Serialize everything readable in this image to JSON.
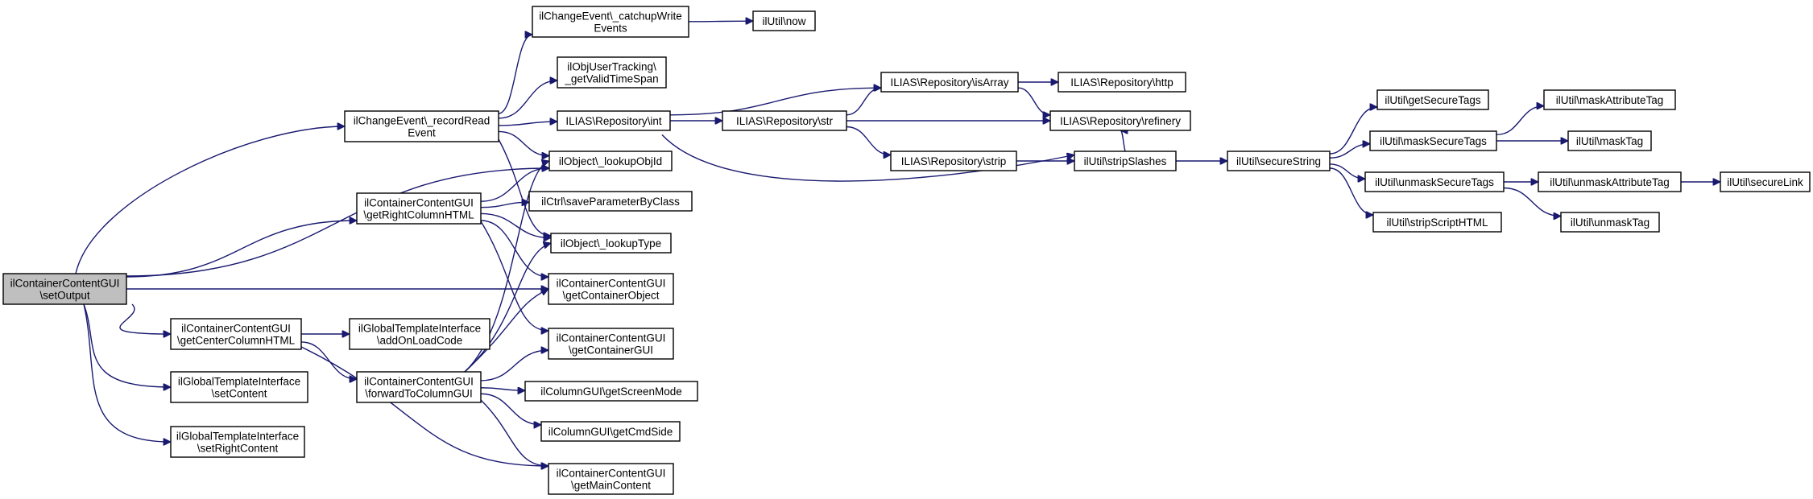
{
  "diagram": {
    "type": "call-graph",
    "colors": {
      "edge": "#191970",
      "node_border": "#000000",
      "root_fill": "#bfbfbf",
      "node_fill": "#ffffff"
    },
    "nodes": [
      {
        "id": "root",
        "lines": [
          "ilContainerContentGUI",
          "\\setOutput"
        ]
      },
      {
        "id": "recordRead",
        "lines": [
          "ilChangeEvent\\_recordRead",
          "Event"
        ]
      },
      {
        "id": "catchup",
        "lines": [
          "ilChangeEvent\\_catchupWrite",
          "Events"
        ]
      },
      {
        "id": "now",
        "lines": [
          "ilUtil\\now"
        ]
      },
      {
        "id": "validTime",
        "lines": [
          "ilObjUserTracking\\",
          "_getValidTimeSpan"
        ]
      },
      {
        "id": "int",
        "lines": [
          "ILIAS\\Repository\\int"
        ]
      },
      {
        "id": "isArray",
        "lines": [
          "ILIAS\\Repository\\isArray"
        ]
      },
      {
        "id": "http",
        "lines": [
          "ILIAS\\Repository\\http"
        ]
      },
      {
        "id": "str",
        "lines": [
          "ILIAS\\Repository\\str"
        ]
      },
      {
        "id": "refinery",
        "lines": [
          "ILIAS\\Repository\\refinery"
        ]
      },
      {
        "id": "strip",
        "lines": [
          "ILIAS\\Repository\\strip"
        ]
      },
      {
        "id": "stripSlashes",
        "lines": [
          "ilUtil\\stripSlashes"
        ]
      },
      {
        "id": "secureString",
        "lines": [
          "ilUtil\\secureString"
        ]
      },
      {
        "id": "getSecureTags",
        "lines": [
          "ilUtil\\getSecureTags"
        ]
      },
      {
        "id": "maskSecureTags",
        "lines": [
          "ilUtil\\maskSecureTags"
        ]
      },
      {
        "id": "maskAttributeTag",
        "lines": [
          "ilUtil\\maskAttributeTag"
        ]
      },
      {
        "id": "maskTag",
        "lines": [
          "ilUtil\\maskTag"
        ]
      },
      {
        "id": "unmaskSecureTags",
        "lines": [
          "ilUtil\\unmaskSecureTags"
        ]
      },
      {
        "id": "unmaskAttributeTag",
        "lines": [
          "ilUtil\\unmaskAttributeTag"
        ]
      },
      {
        "id": "secureLink",
        "lines": [
          "ilUtil\\secureLink"
        ]
      },
      {
        "id": "unmaskTag",
        "lines": [
          "ilUtil\\unmaskTag"
        ]
      },
      {
        "id": "stripScriptHTML",
        "lines": [
          "ilUtil\\stripScriptHTML"
        ]
      },
      {
        "id": "lookupObjId",
        "lines": [
          "ilObject\\_lookupObjId"
        ]
      },
      {
        "id": "saveParam",
        "lines": [
          "ilCtrl\\saveParameterByClass"
        ]
      },
      {
        "id": "lookupType",
        "lines": [
          "ilObject\\_lookupType"
        ]
      },
      {
        "id": "rightCol",
        "lines": [
          "ilContainerContentGUI",
          "\\getRightColumnHTML"
        ]
      },
      {
        "id": "containerObject",
        "lines": [
          "ilContainerContentGUI",
          "\\getContainerObject"
        ]
      },
      {
        "id": "containerGUI",
        "lines": [
          "ilContainerContentGUI",
          "\\getContainerGUI"
        ]
      },
      {
        "id": "centerCol",
        "lines": [
          "ilContainerContentGUI",
          "\\getCenterColumnHTML"
        ]
      },
      {
        "id": "addOnLoad",
        "lines": [
          "ilGlobalTemplateInterface",
          "\\addOnLoadCode"
        ]
      },
      {
        "id": "forward",
        "lines": [
          "ilContainerContentGUI",
          "\\forwardToColumnGUI"
        ]
      },
      {
        "id": "screenMode",
        "lines": [
          "ilColumnGUI\\getScreenMode"
        ]
      },
      {
        "id": "cmdSide",
        "lines": [
          "ilColumnGUI\\getCmdSide"
        ]
      },
      {
        "id": "mainContent",
        "lines": [
          "ilContainerContentGUI",
          "\\getMainContent"
        ]
      },
      {
        "id": "setContent",
        "lines": [
          "ilGlobalTemplateInterface",
          "\\setContent"
        ]
      },
      {
        "id": "setRightContent",
        "lines": [
          "ilGlobalTemplateInterface",
          "\\setRightContent"
        ]
      }
    ],
    "edges": [
      [
        "root",
        "recordRead"
      ],
      [
        "root",
        "lookupObjId"
      ],
      [
        "root",
        "rightCol"
      ],
      [
        "root",
        "containerObject"
      ],
      [
        "root",
        "centerCol"
      ],
      [
        "root",
        "setContent"
      ],
      [
        "root",
        "setRightContent"
      ],
      [
        "recordRead",
        "catchup"
      ],
      [
        "recordRead",
        "validTime"
      ],
      [
        "recordRead",
        "int"
      ],
      [
        "recordRead",
        "lookupObjId"
      ],
      [
        "recordRead",
        "lookupType"
      ],
      [
        "catchup",
        "now"
      ],
      [
        "int",
        "isArray"
      ],
      [
        "int",
        "str"
      ],
      [
        "int",
        "stripSlashes"
      ],
      [
        "isArray",
        "http"
      ],
      [
        "isArray",
        "refinery"
      ],
      [
        "str",
        "isArray"
      ],
      [
        "str",
        "refinery"
      ],
      [
        "str",
        "strip"
      ],
      [
        "strip",
        "stripSlashes"
      ],
      [
        "stripSlashes",
        "refinery"
      ],
      [
        "stripSlashes",
        "secureString"
      ],
      [
        "secureString",
        "getSecureTags"
      ],
      [
        "secureString",
        "maskSecureTags"
      ],
      [
        "secureString",
        "unmaskSecureTags"
      ],
      [
        "secureString",
        "stripScriptHTML"
      ],
      [
        "maskSecureTags",
        "maskAttributeTag"
      ],
      [
        "maskSecureTags",
        "maskTag"
      ],
      [
        "unmaskSecureTags",
        "unmaskAttributeTag"
      ],
      [
        "unmaskSecureTags",
        "unmaskTag"
      ],
      [
        "unmaskAttributeTag",
        "secureLink"
      ],
      [
        "rightCol",
        "lookupObjId"
      ],
      [
        "rightCol",
        "saveParam"
      ],
      [
        "rightCol",
        "lookupType"
      ],
      [
        "rightCol",
        "containerObject"
      ],
      [
        "rightCol",
        "containerGUI"
      ],
      [
        "centerCol",
        "addOnLoad"
      ],
      [
        "centerCol",
        "forward"
      ],
      [
        "centerCol",
        "mainContent"
      ],
      [
        "forward",
        "lookupObjId"
      ],
      [
        "forward",
        "lookupType"
      ],
      [
        "forward",
        "containerObject"
      ],
      [
        "forward",
        "containerGUI"
      ],
      [
        "forward",
        "screenMode"
      ],
      [
        "forward",
        "cmdSide"
      ],
      [
        "forward",
        "mainContent"
      ]
    ]
  }
}
